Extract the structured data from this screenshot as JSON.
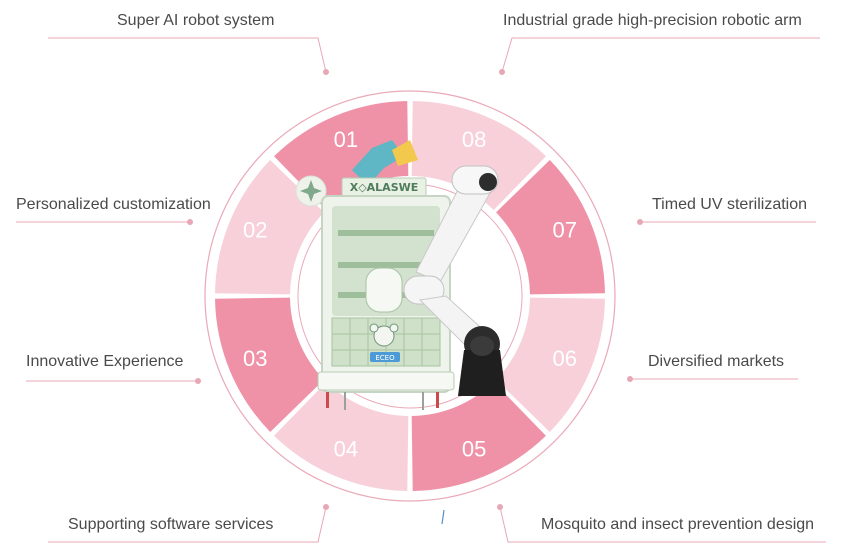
{
  "colors": {
    "segment_dark": "#ef92a8",
    "segment_light": "#f7d0da",
    "leader_line": "#e8a7b5",
    "outer_ring": "#e9a9b8",
    "text": "#4a4a4a"
  },
  "segments": [
    {
      "number": "01",
      "shade": "dark"
    },
    {
      "number": "08",
      "shade": "light"
    },
    {
      "number": "07",
      "shade": "dark"
    },
    {
      "number": "06",
      "shade": "light"
    },
    {
      "number": "05",
      "shade": "dark"
    },
    {
      "number": "04",
      "shade": "light"
    },
    {
      "number": "03",
      "shade": "dark"
    },
    {
      "number": "02",
      "shade": "light"
    }
  ],
  "features": {
    "f01": "Super AI robot system",
    "f02": "Personalized customization",
    "f03": "Innovative Experience",
    "f04": "Supporting software services",
    "f05": "Mosquito and insect prevention design",
    "f06": "Diversified markets",
    "f07": "Timed UV sterilization",
    "f08": "Industrial grade high-precision robotic arm"
  },
  "machine": {
    "sign_text": "X◇ALASWE",
    "badge_text": "ECEO"
  }
}
